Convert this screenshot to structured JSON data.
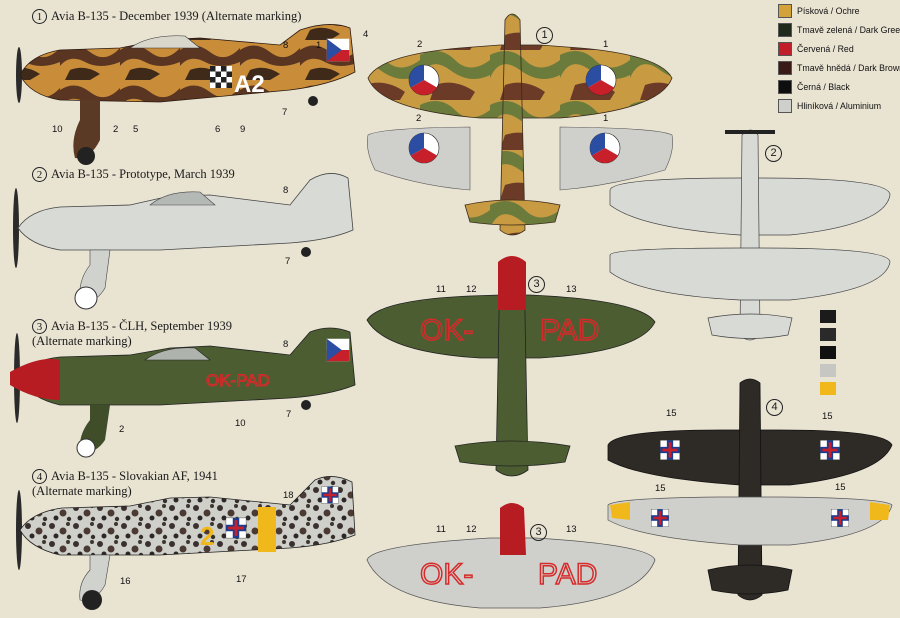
{
  "profiles": [
    {
      "num": "1",
      "title": "Avia B-135 - December 1939 (Alternate marking)",
      "code": "A2"
    },
    {
      "num": "2",
      "title": "Avia B-135 - Prototype, March 1939",
      "code": ""
    },
    {
      "num": "3",
      "title": "Avia B-135 - ČLH, September 1939",
      "subtitle": "(Alternate marking)",
      "code": "OK-PAD"
    },
    {
      "num": "4",
      "title": "Avia B-135 - Slovakian AF, 1941",
      "subtitle": "(Alternate marking)",
      "code": "2"
    }
  ],
  "callouts": {
    "p1": [
      "1",
      "2",
      "4",
      "5",
      "6",
      "7",
      "8",
      "9",
      "10"
    ],
    "p2": [
      "7",
      "8"
    ],
    "p3": [
      "2",
      "7",
      "8",
      "10"
    ],
    "p4": [
      "16",
      "17",
      "18"
    ],
    "v1": [
      "1",
      "2",
      "2",
      "1"
    ],
    "v3": [
      "11",
      "12",
      "13",
      "11",
      "12",
      "13"
    ],
    "v4": [
      "15",
      "15",
      "15",
      "15"
    ]
  },
  "view_numbers": [
    "1",
    "2",
    "3",
    "3",
    "4"
  ],
  "plan_codes": {
    "left": "OK-",
    "right": "PAD",
    "under_left": "OK-",
    "under_right": "PAD"
  },
  "legend": [
    {
      "label": "Písková / Ochre",
      "color": "#d4a23a"
    },
    {
      "label": "Tmavě zelená / Dark Green",
      "color": "#1f2a1d"
    },
    {
      "label": "Červená / Red",
      "color": "#c01f2a"
    },
    {
      "label": "Tmavě hnědá / Dark Brown",
      "color": "#3a1a17"
    },
    {
      "label": "Černá / Black",
      "color": "#0e0e0e"
    },
    {
      "label": "Hliníková / Aluminium",
      "color": "#cfd0cb"
    }
  ],
  "stack_colors": [
    "#1b1b1b",
    "#2a2a2a",
    "#111111",
    "#c6c7c2",
    "#f0b81a"
  ]
}
